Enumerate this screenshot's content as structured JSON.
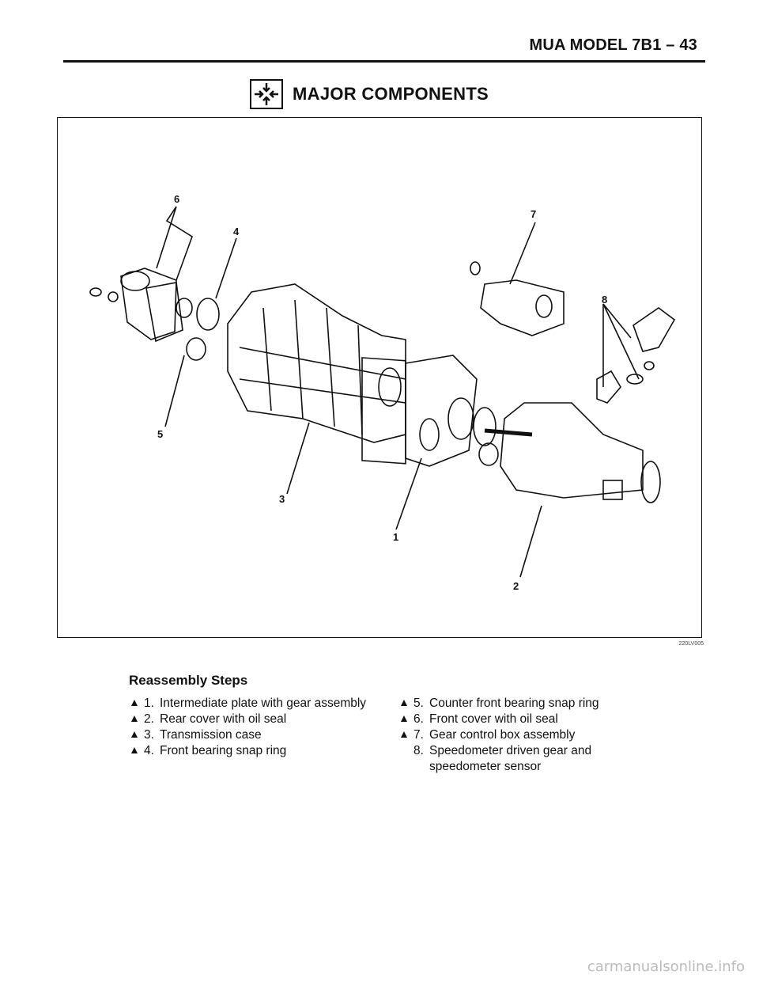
{
  "header": {
    "text": "MUA MODEL  7B1 – 43"
  },
  "title": {
    "icon": "disassembled-assembly-icon",
    "text": "MAJOR COMPONENTS"
  },
  "figure": {
    "callouts": [
      "1",
      "2",
      "3",
      "4",
      "5",
      "6",
      "7",
      "8"
    ],
    "code": "220LV005"
  },
  "steps": {
    "title": "Reassembly Steps",
    "items": [
      {
        "marker": true,
        "num": "1.",
        "text": "Intermediate plate with gear assembly"
      },
      {
        "marker": true,
        "num": "2.",
        "text": "Rear cover with oil seal"
      },
      {
        "marker": true,
        "num": "3.",
        "text": "Transmission case"
      },
      {
        "marker": true,
        "num": "4.",
        "text": "Front bearing snap ring"
      },
      {
        "marker": true,
        "num": "5.",
        "text": "Counter front bearing snap ring"
      },
      {
        "marker": true,
        "num": "6.",
        "text": "Front cover with oil seal"
      },
      {
        "marker": true,
        "num": "7.",
        "text": "Gear control box assembly"
      },
      {
        "marker": false,
        "num": "8.",
        "text": "Speedometer driven gear and"
      },
      {
        "marker": false,
        "num": "",
        "text": "speedometer sensor"
      }
    ]
  },
  "watermark": "carmanualsonline.info"
}
